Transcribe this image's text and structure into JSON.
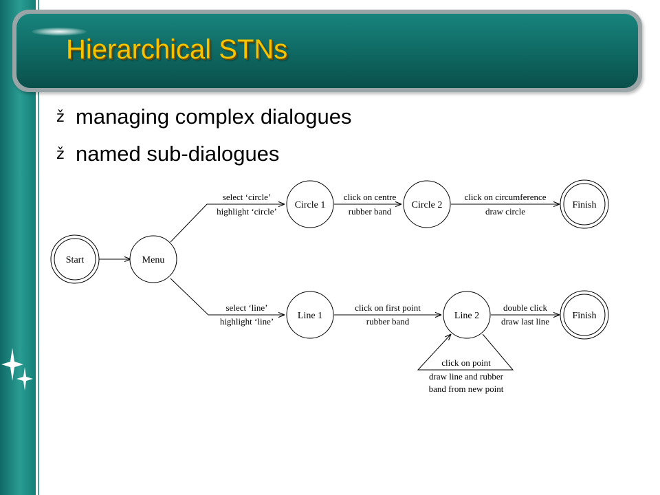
{
  "slide": {
    "title": "Hierarchical STNs",
    "bullets": [
      "managing complex dialogues",
      "named sub-dialogues"
    ]
  },
  "diagram": {
    "states": [
      {
        "id": "start",
        "label": "Start",
        "kind": "final"
      },
      {
        "id": "menu",
        "label": "Menu",
        "kind": "state"
      },
      {
        "id": "circle1",
        "label": "Circle 1",
        "kind": "state"
      },
      {
        "id": "circle2",
        "label": "Circle 2",
        "kind": "state"
      },
      {
        "id": "finish-circle",
        "label": "Finish",
        "kind": "final"
      },
      {
        "id": "line1",
        "label": "Line 1",
        "kind": "state"
      },
      {
        "id": "line2",
        "label": "Line 2",
        "kind": "state"
      },
      {
        "id": "finish-line",
        "label": "Finish",
        "kind": "final"
      }
    ],
    "transitions": [
      {
        "id": "start-menu",
        "from": "start",
        "to": "menu",
        "event": "",
        "action": ""
      },
      {
        "id": "menu-circle1",
        "from": "menu",
        "to": "circle1",
        "event": "select ‘circle’",
        "action": "highlight ‘circle’"
      },
      {
        "id": "circle1-circle2",
        "from": "circle1",
        "to": "circle2",
        "event": "click on centre",
        "action": "rubber band"
      },
      {
        "id": "circle2-finish",
        "from": "circle2",
        "to": "finish-circle",
        "event": "click on circumference",
        "action": "draw circle"
      },
      {
        "id": "menu-line1",
        "from": "menu",
        "to": "line1",
        "event": "select ‘line’",
        "action": "highlight ‘line’"
      },
      {
        "id": "line1-line2",
        "from": "line1",
        "to": "line2",
        "event": "click on first point",
        "action": "rubber band"
      },
      {
        "id": "line2-finish",
        "from": "line2",
        "to": "finish-line",
        "event": "double click",
        "action": "draw last line"
      },
      {
        "id": "line2-loop",
        "from": "line2",
        "to": "line2",
        "event": "click on point",
        "action": "draw line and rubber",
        "action_2": "band from new point"
      }
    ]
  },
  "colors": {
    "title": "#f5c400",
    "title_bar": "#0f6a64",
    "sidebar": "#1a8a80"
  }
}
